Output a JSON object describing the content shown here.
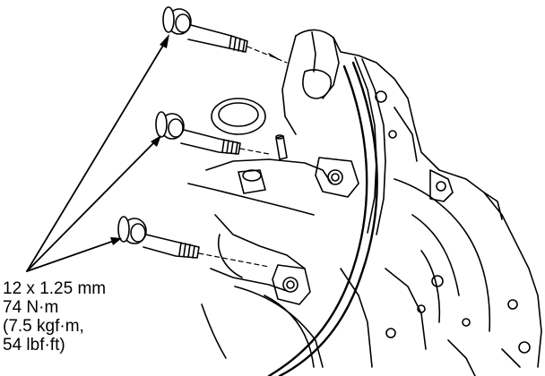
{
  "torque_spec": {
    "line1": "12 x 1.25 mm",
    "line2": "74 N·m",
    "line3": "(7.5 kgf·m,",
    "line4": "54 lbf·ft)"
  },
  "colors": {
    "ink": "#000000",
    "background": "#ffffff"
  },
  "icons": [
    "bolt-icon",
    "arrow-icon"
  ]
}
